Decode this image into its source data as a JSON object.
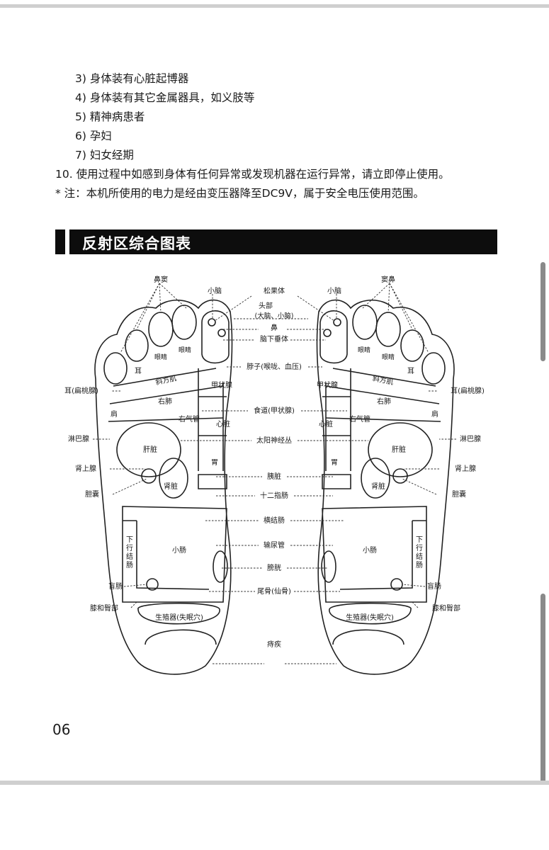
{
  "list_items": [
    {
      "text": "3) 身体装有心脏起博器",
      "indent": true
    },
    {
      "text": "4) 身体装有其它金属器具，如义肢等",
      "indent": true
    },
    {
      "text": "5) 精神病患者",
      "indent": true
    },
    {
      "text": "6) 孕妇",
      "indent": true
    },
    {
      "text": "7) 妇女经期",
      "indent": true
    },
    {
      "text": "10. 使用过程中如感到身体有任何异常或发现机器在运行异常，请立即停止使用。",
      "indent": false
    },
    {
      "text": "* 注：本机所使用的电力是经由变压器降至DC9V，属于安全电压使用范围。",
      "indent": false
    }
  ],
  "section_title": "反射区综合图表",
  "diagram": {
    "center_labels": {
      "pineal": "松果体",
      "head": "头部",
      "head_sub": "(大脑、小脑)",
      "nose": "鼻",
      "pituitary": "脑下垂体",
      "neck": "脖子(喉咙、血压)",
      "esophagus": "食道(甲状腺)",
      "solar_plexus": "太阳神经丛",
      "pancreas": "胰脏",
      "duodenum": "十二指肠",
      "transverse_colon": "横结肠",
      "ureter": "输尿管",
      "bladder": "膀胱",
      "coccyx": "尾骨(仙骨)",
      "hemorrhoids": "痔疾"
    },
    "left_labels": {
      "sinus": "鼻窦",
      "cerebellum": "小脑",
      "ear_tonsil": "耳(扁桃腺)",
      "shoulder": "肩",
      "lymph": "淋巴腺",
      "adrenal": "肾上腺",
      "gallbladder": "胆囊",
      "appendix": "盲肠",
      "knee": "膝和臀部"
    },
    "right_labels": {
      "sinus": "窦鼻",
      "cerebellum": "小脑",
      "ear_tonsil": "耳(扁桃腺)",
      "shoulder": "肩",
      "lymph": "淋巴腺",
      "adrenal": "肾上腺",
      "gallbladder": "胆囊",
      "appendix": "盲肠",
      "knee": "膝和臀部"
    },
    "left_foot": {
      "eye1": "眼睛",
      "eye2": "眼睛",
      "ear": "耳",
      "trapezius": "斜方肌",
      "thyroid": "甲状腺",
      "lung": "右肺",
      "trachea": "右气管",
      "heart": "心脏",
      "liver": "肝脏",
      "stomach": "胃",
      "kidney": "肾脏",
      "descending_colon": "下行结肠",
      "small_intestine": "小肠",
      "genital": "生殖器(失眠穴)"
    },
    "right_foot": {
      "eye1": "眼睛",
      "eye2": "眼睛",
      "ear": "耳",
      "trapezius": "斜方肌",
      "thyroid": "甲状腺",
      "lung": "右肺",
      "trachea": "右气管",
      "heart": "心脏",
      "liver": "肝脏",
      "stomach": "胃",
      "kidney": "肾脏",
      "descending_colon": "下行结肠",
      "small_intestine": "小肠",
      "genital": "生殖器(失眠穴)"
    }
  },
  "page_number": "06"
}
